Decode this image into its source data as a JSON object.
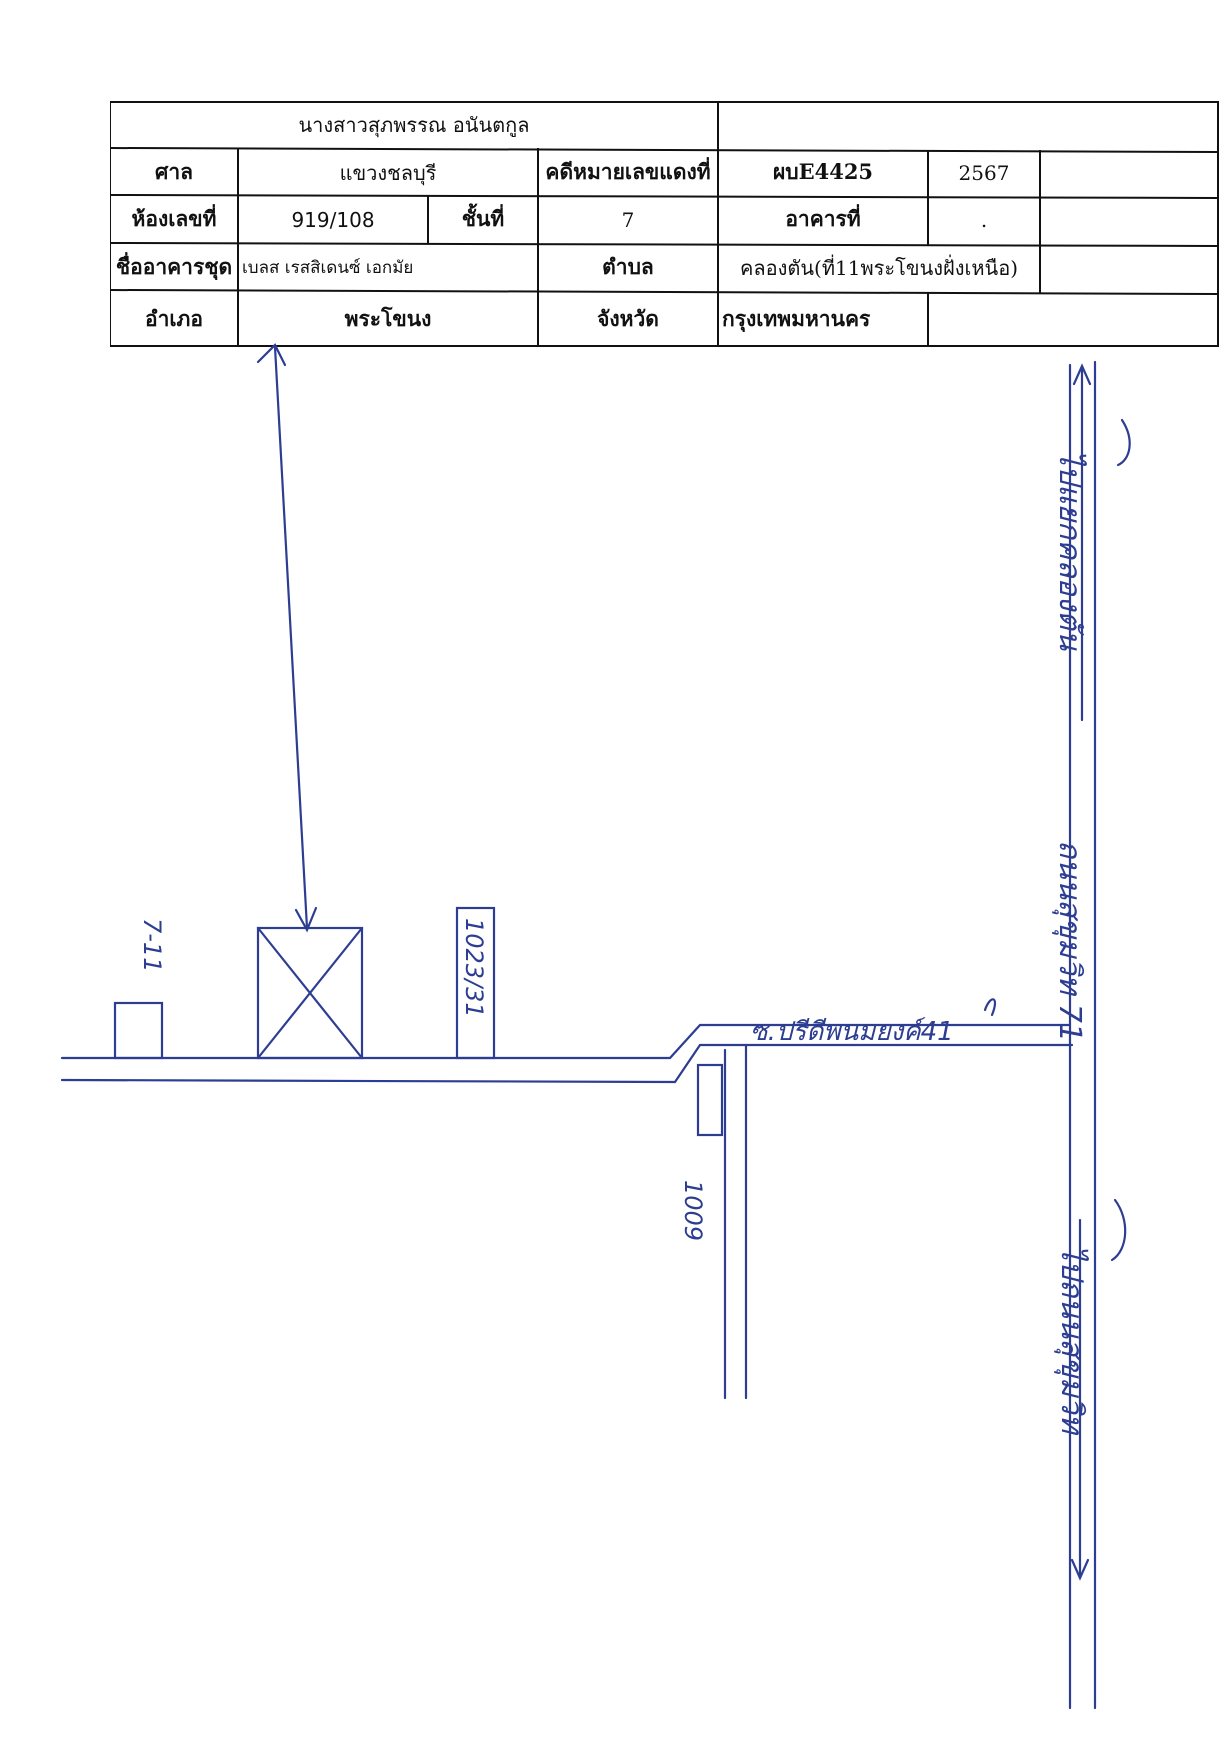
{
  "form": {
    "owner_name": "นางสาวสุภพรรณ อนันตกูล",
    "court_label": "ศาล",
    "court_value": "แขวงชลบุรี",
    "case_label": "คดีหมายเลขแดงที่",
    "case_number": "ผบE4425",
    "case_year": "2567",
    "room_label": "ห้องเลขที่",
    "room_value": "919/108",
    "floor_label": "ชั้นที่",
    "floor_value": "7",
    "building_label": "อาคารที่",
    "building_value": ".",
    "condo_label": "ชื่ออาคารชุด",
    "condo_value": "เบลส เรสสิเดนซ์ เอกมัย",
    "subdistrict_label": "ตำบล",
    "subdistrict_value": "คลองตัน(ที่11พระโขนงฝั่งเหนือ)",
    "district_label": "อำเภอ",
    "district_value": "พระโขนง",
    "province_label": "จังหวัด",
    "province_value": "กรุงเทพมหานคร"
  },
  "map": {
    "label_left_building": "7-11",
    "label_middle_building": "1023/31",
    "label_side_building": "1009",
    "soi_label": "ซ.ปรีดีพนมยงค์41",
    "road_upper_label": "ไปแยกคลองตัน",
    "road_middle_label": "ถนนสุขุมวิท 71",
    "road_lower_label": "ไปถนนสุขุมวิท",
    "line_color": "#2c3d92"
  }
}
